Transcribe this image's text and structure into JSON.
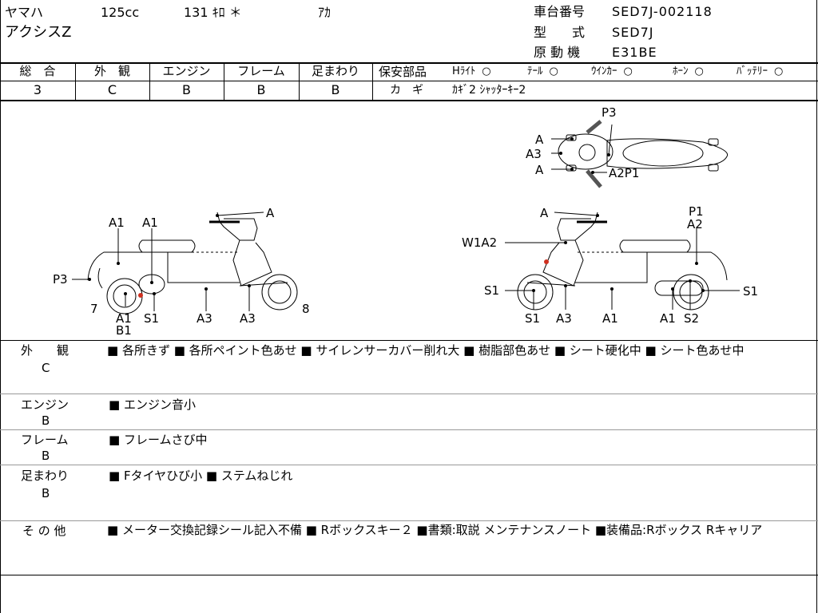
{
  "header": {
    "maker": "ヤマハ",
    "displacement": "125cc",
    "mileage": "131 ｷﾛ ＊",
    "color": "ｱｶ",
    "model_name": "アクシスZ",
    "frame_label": "車台番号",
    "frame_no": "SED7J-002118",
    "type_label": "型　　式",
    "type_value": "SED7J",
    "engine_label": "原 動 機",
    "engine_value": "E31BE"
  },
  "grades": [
    {
      "label": "総　合",
      "value": "3"
    },
    {
      "label": "外　観",
      "value": "C"
    },
    {
      "label": "エンジン",
      "value": "B"
    },
    {
      "label": "フレーム",
      "value": "B"
    },
    {
      "label": "足まわり",
      "value": "B"
    }
  ],
  "safety": {
    "label": "保安部品",
    "items": [
      {
        "name": "Hﾗｲﾄ",
        "mark": "○"
      },
      {
        "name": "ﾃｰﾙ",
        "mark": "○"
      },
      {
        "name": "ｳｲﾝｶｰ",
        "mark": "○"
      },
      {
        "name": "ﾎｰﾝ",
        "mark": "○"
      },
      {
        "name": "ﾊﾞｯﾃﾘｰ",
        "mark": "○"
      }
    ],
    "key_label": "カ　ギ",
    "key_value": "ｶｷﾞ2 ｼｬｯﾀｰｷｰ2"
  },
  "diagram_labels": {
    "top": [
      "P3",
      "A",
      "A3",
      "A",
      "A2P1"
    ],
    "left": [
      "A",
      "A1",
      "A1",
      "P3",
      "7",
      "A1",
      "B1",
      "S1",
      "A3",
      "A3",
      "8"
    ],
    "right": [
      "A",
      "P1",
      "A2",
      "W1A2",
      "S1",
      "S1",
      "S1",
      "A3",
      "A1",
      "A1",
      "S2"
    ]
  },
  "remarks": [
    {
      "category": "外　　観",
      "grade": "C",
      "text": "■ 各所きず ■ 各所ペイント色あせ ■ サイレンサーカバー削れ大 ■ 樹脂部色あせ ■ シート硬化中 ■ シート色あせ中"
    },
    {
      "category": "エンジン",
      "grade": "B",
      "text": "■ エンジン音小"
    },
    {
      "category": "フレーム",
      "grade": "B",
      "text": "■ フレームさび中"
    },
    {
      "category": "足まわり",
      "grade": "B",
      "text": "■ Fタイヤひび小 ■ ステムねじれ"
    },
    {
      "category": "そ の 他",
      "grade": "",
      "text": "■ メーター交換記録シール記入不備 ■ Rボックスキー２ ■書類:取説 メンテナンスノート ■装備品:Rボックス Rキャリア"
    }
  ]
}
